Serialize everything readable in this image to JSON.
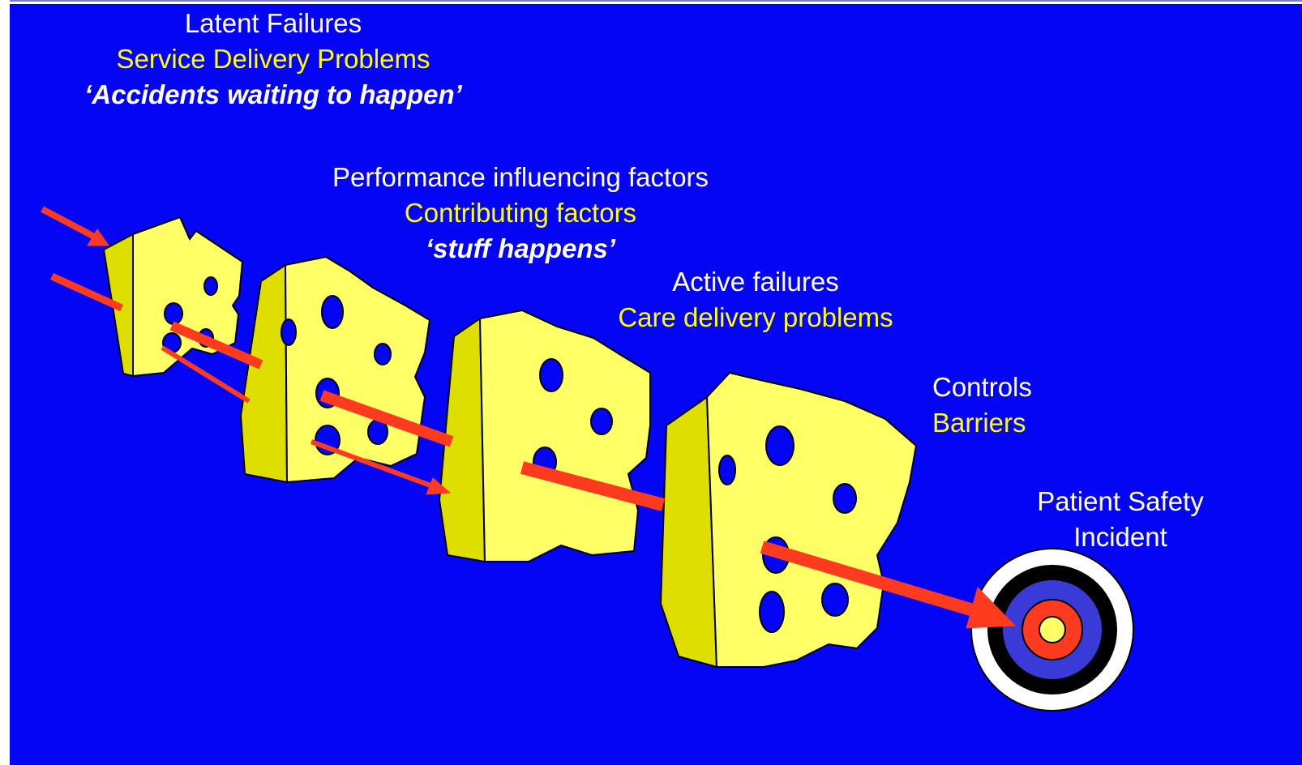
{
  "labels": {
    "latent": {
      "line1": "Latent Failures",
      "line2": "Service Delivery Problems",
      "line3": "‘Accidents waiting to happen’"
    },
    "performance": {
      "line1": "Performance influencing factors",
      "line2": "Contributing factors",
      "line3": "‘stuff happens’"
    },
    "active": {
      "line1": "Active failures",
      "line2": "Care delivery problems"
    },
    "controls": {
      "line1": "Controls",
      "line2": "Barriers"
    },
    "incident": {
      "line1": "Patient Safety",
      "line2": "Incident"
    }
  },
  "colors": {
    "background": "#0505f5",
    "cheese": "#ffff66",
    "cheese_shadow": "#dede00",
    "arrow": "#ff3b1f",
    "label_primary": "#ffffff",
    "label_secondary": "#ffff00"
  },
  "target_rings": [
    "#ffffff",
    "#000000",
    "#3a3ad8",
    "#ff3b1f",
    "#ffff66"
  ]
}
